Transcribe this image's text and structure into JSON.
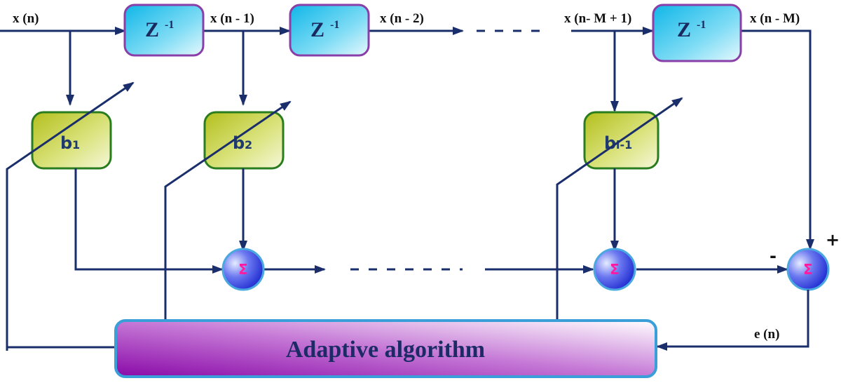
{
  "signals": {
    "x_n": "x (n)",
    "x_n1": "x (n - 1)",
    "x_n2": "x (n - 2)",
    "x_nM1": "x (n- M + 1)",
    "x_nM": "x (n - M)",
    "e_n": "e (n)"
  },
  "delays": [
    {
      "base": "Z",
      "exp": "-1"
    },
    {
      "base": "Z",
      "exp": "-1"
    },
    {
      "base": "Z",
      "exp": "-1"
    }
  ],
  "coefficients": [
    {
      "base": "b",
      "sub": "1"
    },
    {
      "base": "b",
      "sub": "2"
    },
    {
      "base": "b",
      "sub": "l-1"
    }
  ],
  "summers": [
    "Σ",
    "Σ",
    "Σ"
  ],
  "signs": {
    "plus": "+",
    "minus": "-"
  },
  "adaptive_label": "Adaptive algorithm",
  "colors": {
    "wire": "#1a2e6b",
    "delay_fill": "#22c8ee",
    "delay_border": "#8a3fa8",
    "coef_fill": "#c8d24a",
    "coef_border": "#2a7d1e",
    "summer_fill": "#2a3bd6",
    "summer_border": "#4aa8e0",
    "algo_fill": "#8a0ea8",
    "algo_border": "#3a9ed8"
  },
  "icons": [
    "arrow-right-icon",
    "arrow-down-icon",
    "arrow-left-icon",
    "sigma-icon"
  ]
}
